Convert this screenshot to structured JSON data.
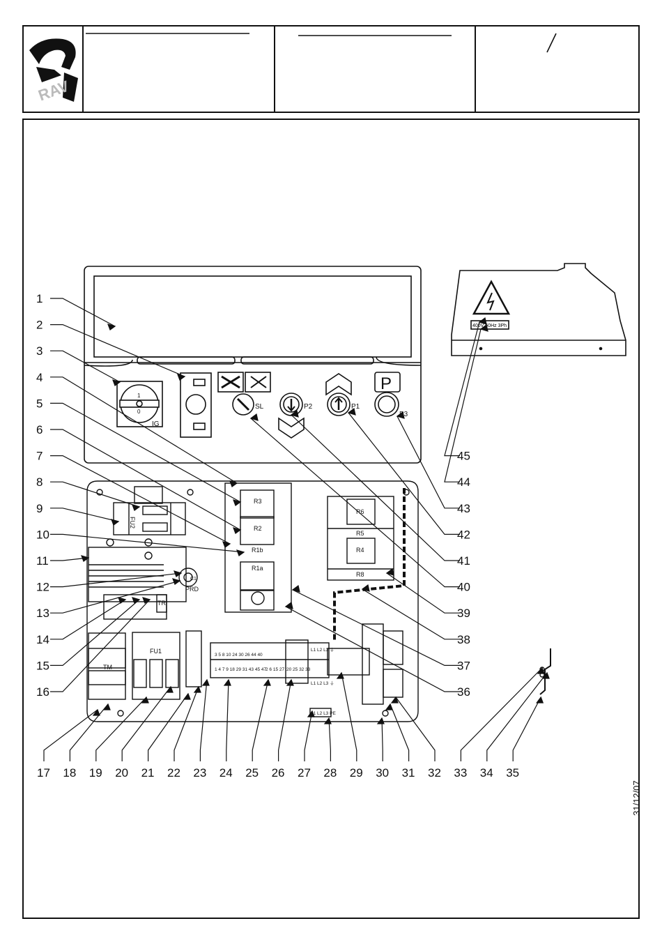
{
  "logo": {
    "text": "RAV"
  },
  "title_block": {
    "slash": "/"
  },
  "date": "31/12/07",
  "labels_left": [
    "1",
    "2",
    "3",
    "4",
    "5",
    "6",
    "7",
    "8",
    "9",
    "10",
    "11",
    "12",
    "13",
    "14",
    "15",
    "16"
  ],
  "labels_bottom": [
    "17",
    "18",
    "19",
    "20",
    "21",
    "22",
    "23",
    "24",
    "25",
    "26",
    "27",
    "28",
    "29",
    "30",
    "31",
    "32",
    "33",
    "34",
    "35"
  ],
  "labels_right": [
    "36",
    "37",
    "38",
    "39",
    "40",
    "41",
    "42",
    "43",
    "44",
    "45"
  ],
  "panel": {
    "ig": "IG",
    "ig_on": "1",
    "ig_off": "0",
    "sl": "SL",
    "p1": "P1",
    "p2": "P2",
    "p3": "P3",
    "p_symbol": "P"
  },
  "relays": {
    "r3": "R3",
    "r2": "R2",
    "r1b": "R1b",
    "r1a": "R1a",
    "r6": "R6",
    "r5": "R5",
    "r4": "R4",
    "r8": "R8"
  },
  "components": {
    "fu2": "FU2",
    "fu1": "FU1",
    "tm": "TM",
    "tr": "TR",
    "prd": "PRD",
    "c1": "C1"
  },
  "terminals": {
    "block1_top": "3 5 8 10 24 30 26 44 40",
    "block1_bottom": "1 4 7 9 18 29 31 43 45 47",
    "block1_extra": "2  6 15 27",
    "block2": "20 25 32 33",
    "phase_top": "L1 L2 L3 ⏚",
    "phase_mid": "L1 L2 L3 ⏚",
    "phase_bottom": "L1 L2 L3 PE"
  },
  "voltage_label": "400V 50Hz 3Ph"
}
